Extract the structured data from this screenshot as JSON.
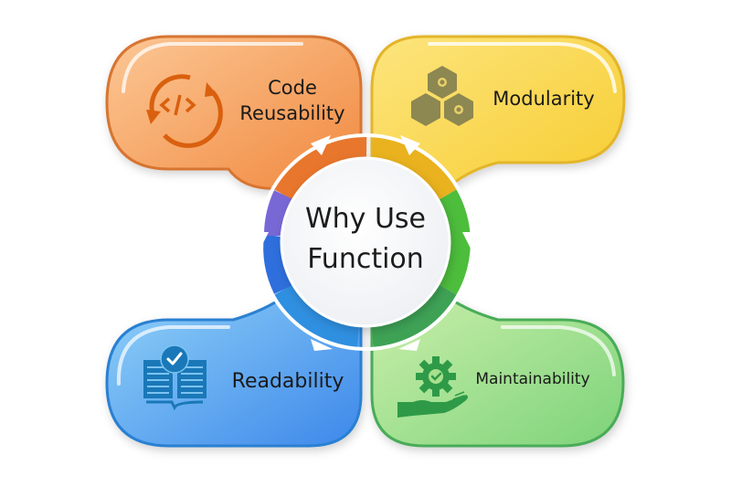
{
  "center": {
    "title_line1": "Why Use",
    "title_line2": "Function"
  },
  "cards": [
    {
      "id": "code-reusability",
      "line1": "Code",
      "line2": "Reusability",
      "icon": "code-cycle-icon",
      "color": "#f08a3c",
      "fill_light": "#fbbd85",
      "stroke": "#d9732c",
      "icon_color": "#d9600f"
    },
    {
      "id": "modularity",
      "line1": "Modularity",
      "icon": "hexagon-modules-icon",
      "color": "#f5cc2c",
      "fill_light": "#fde680",
      "stroke": "#e2b62a",
      "icon_color": "#8c8650"
    },
    {
      "id": "readability",
      "line1": "Readability",
      "icon": "book-check-icon",
      "color": "#3f8ee8",
      "fill_light": "#8cccf7",
      "stroke": "#2a82d6",
      "icon_color": "#1a78b8"
    },
    {
      "id": "maintainability",
      "line1": "Maintainability",
      "icon": "gear-hand-check-icon",
      "color": "#6cc86a",
      "fill_light": "#c8efa8",
      "stroke": "#4cae5a",
      "icon_color": "#2e9a48"
    }
  ],
  "ring_colors": [
    "#e86f2a",
    "#e8b820",
    "#4cbf3c",
    "#3aa34e",
    "#2f8fe0",
    "#2f6ee0",
    "#7a6ad8"
  ]
}
